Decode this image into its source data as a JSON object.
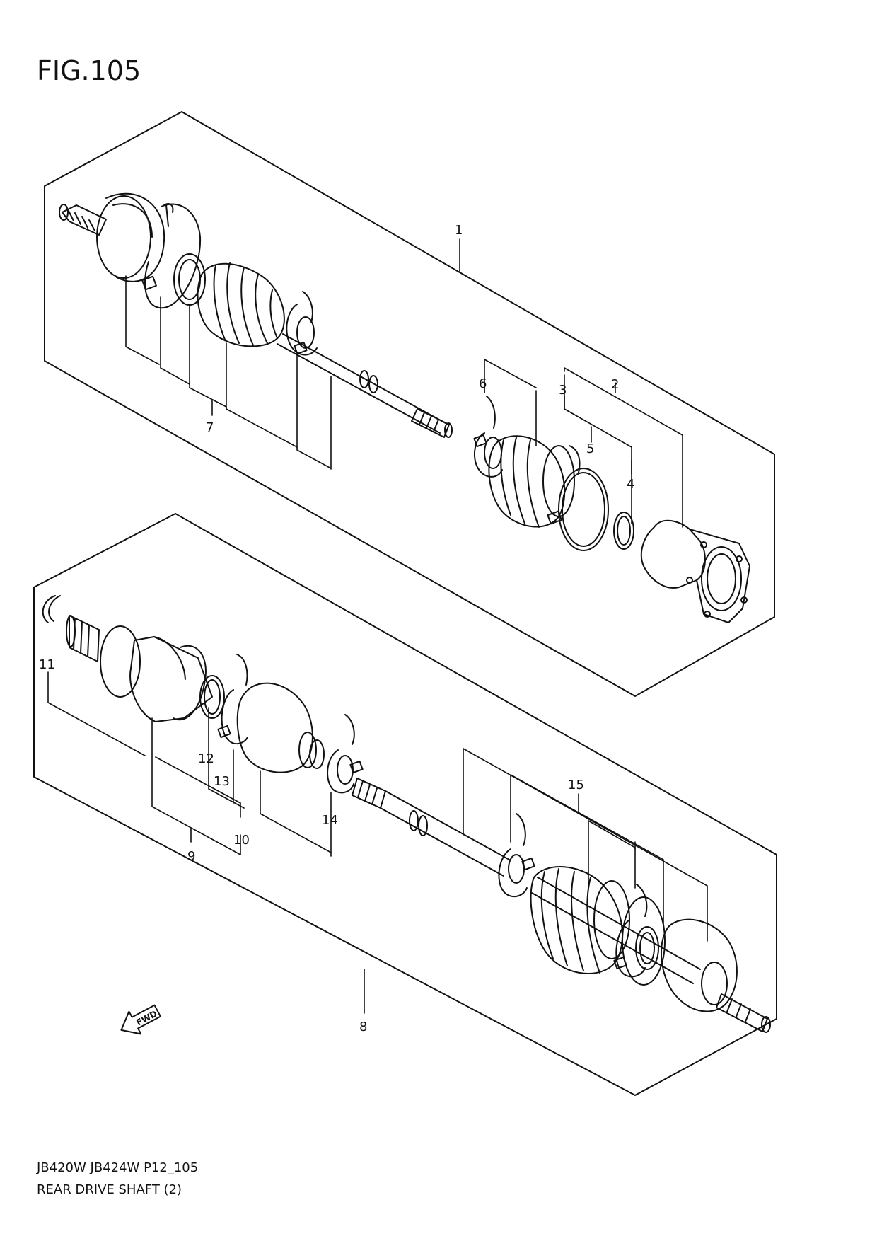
{
  "figure": {
    "title": "FIG.105",
    "model_codes": "JB420W JB424W P12_105",
    "description": "REAR DRIVE SHAFT (2)"
  },
  "callouts": [
    "1",
    "2",
    "3",
    "4",
    "5",
    "6",
    "7",
    "8",
    "9",
    "10",
    "11",
    "12",
    "13",
    "14",
    "15"
  ],
  "direction_arrow": {
    "label": "FWD",
    "icon": "fwd-arrow-icon"
  },
  "colors": {
    "line": "#111111",
    "background": "#ffffff"
  }
}
